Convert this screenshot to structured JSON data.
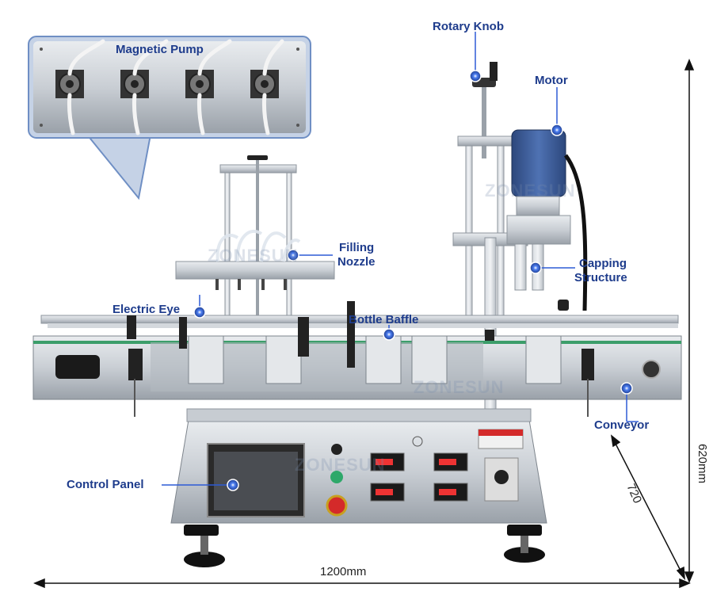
{
  "colors": {
    "label": "#1e3c8c",
    "marker": "#2d5bd6",
    "steel": "#c8ccd2",
    "motor": "#3a5a9a"
  },
  "labels": {
    "magnetic_pump": "Magnetic Pump",
    "rotary_knob": "Rotary Knob",
    "motor": "Motor",
    "filling_nozzle_line1": "Filling",
    "filling_nozzle_line2": "Nozzle",
    "capping_line1": "Capping",
    "capping_line2": "Structure",
    "electric_eye": "Electric Eye",
    "bottle_baffle": "Bottle Baffle",
    "conveyor": "Conveyor",
    "control_panel": "Control Panel"
  },
  "dimensions": {
    "width": "1200mm",
    "depth": "720",
    "height": "620mm"
  },
  "watermark": "ZONESUN"
}
